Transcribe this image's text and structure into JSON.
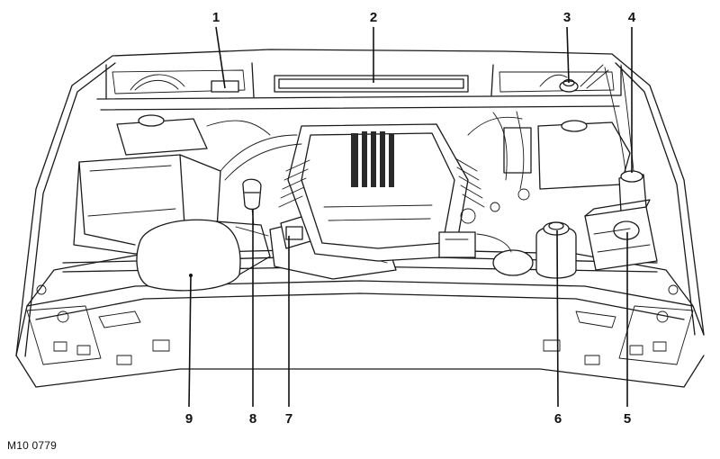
{
  "figure": {
    "reference_code": "M10 0779"
  },
  "callouts": [
    {
      "id": "c1",
      "number": "1"
    },
    {
      "id": "c2",
      "number": "2"
    },
    {
      "id": "c3",
      "number": "3"
    },
    {
      "id": "c4",
      "number": "4"
    },
    {
      "id": "c5",
      "number": "5"
    },
    {
      "id": "c6",
      "number": "6"
    },
    {
      "id": "c7",
      "number": "7"
    },
    {
      "id": "c8",
      "number": "8"
    },
    {
      "id": "c9",
      "number": "9"
    }
  ]
}
